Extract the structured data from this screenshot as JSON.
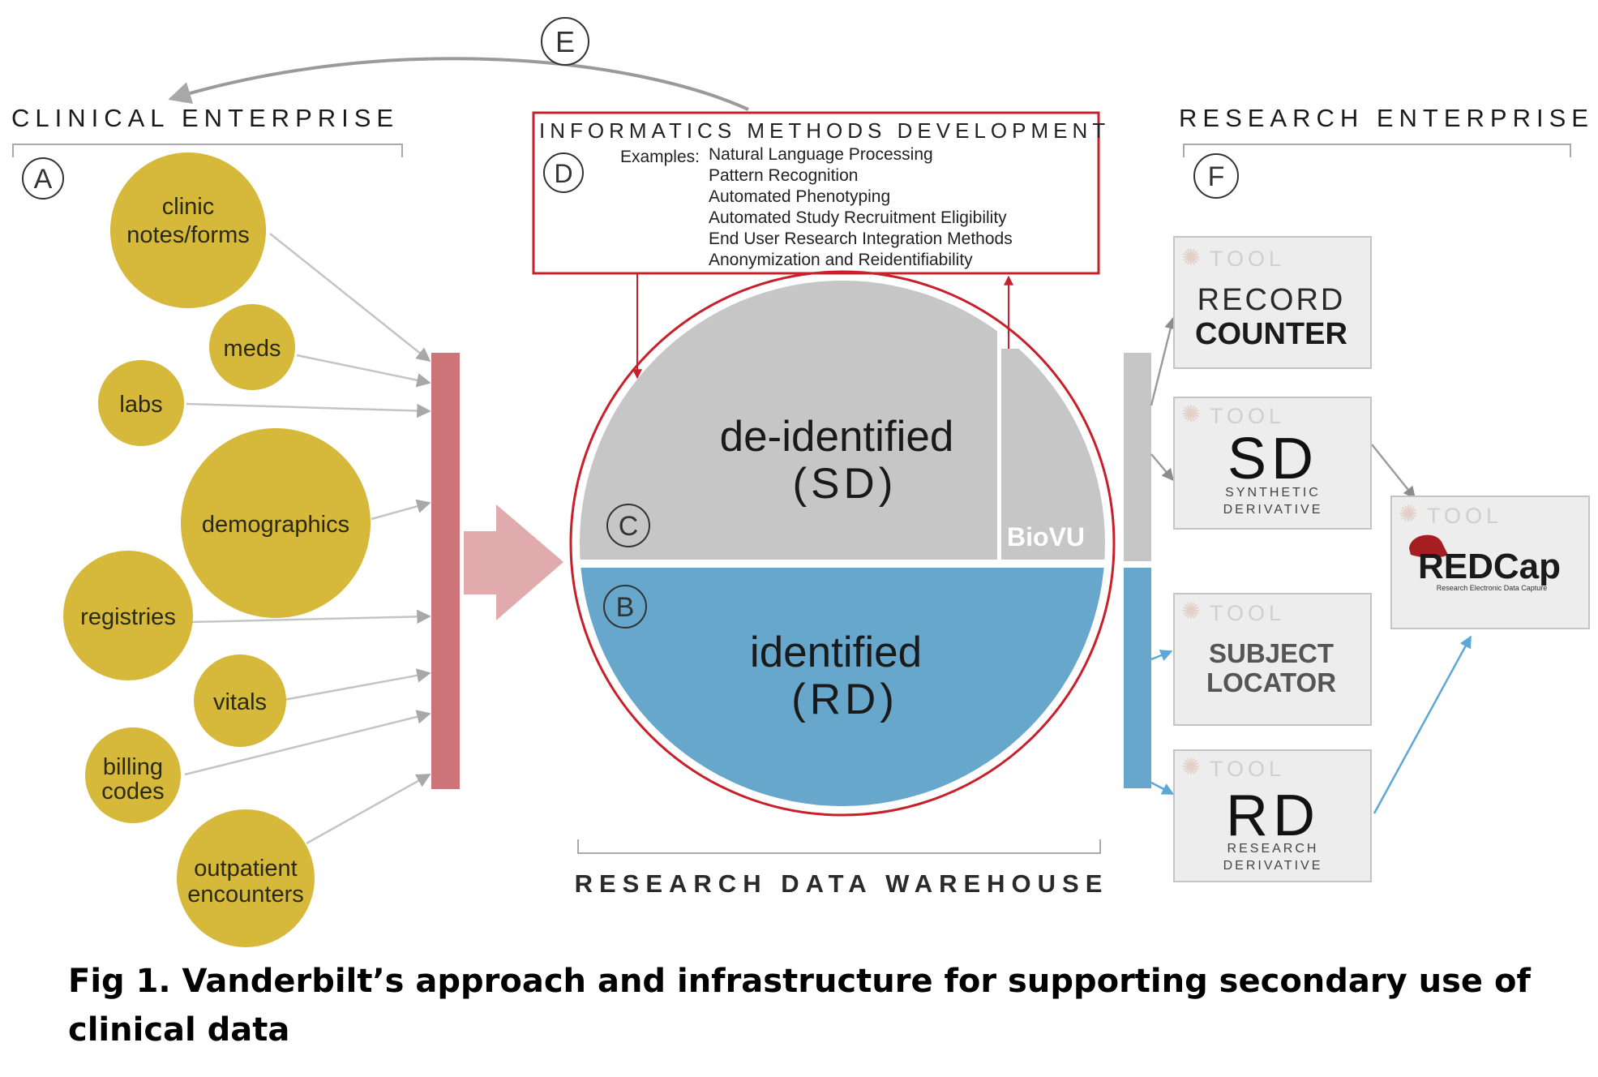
{
  "clinical": {
    "title": "CLINICAL ENTERPRISE",
    "marker": "A",
    "sources": [
      "clinic",
      "notes/forms",
      "meds",
      "labs",
      "demographics",
      "registries",
      "vitals",
      "billing",
      "codes",
      "outpatient",
      "encounters"
    ],
    "source_color": "#d6b83a"
  },
  "feedback_marker": "E",
  "informatics": {
    "title": "INFORMATICS METHODS DEVELOPMENT",
    "marker": "D",
    "examples_label": "Examples:",
    "examples": [
      "Natural Language Processing",
      "Pattern Recognition",
      "Automated Phenotyping",
      "Automated Study Recruitment Eligibility",
      "End User Research Integration Methods",
      "Anonymization and Reidentifiability"
    ],
    "border_color": "#c8202a"
  },
  "warehouse": {
    "title": "RESEARCH DATA WAREHOUSE",
    "deidentified_line1": "de-identified",
    "deidentified_line2": "(SD)",
    "identified_line1": "identified",
    "identified_line2": "(RD)",
    "biovu": "BioVU",
    "marker_c": "C",
    "marker_b": "B",
    "deidentified_color": "#c6c6c6",
    "identified_color": "#66a7cb",
    "ring_color": "#c8202a"
  },
  "research": {
    "title": "RESEARCH ENTERPRISE",
    "marker": "F",
    "tool_label": "TOOL",
    "record_counter": [
      "RECORD",
      "COUNTER"
    ],
    "sd": {
      "big": "SD",
      "sub1": "SYNTHETIC",
      "sub2": "DERIVATIVE"
    },
    "subject_locator": [
      "SUBJECT",
      "LOCATOR"
    ],
    "rd": {
      "big": "RD",
      "sub1": "RESEARCH",
      "sub2": "DERIVATIVE"
    },
    "redcap": {
      "name": "REDCap",
      "tagline": "Research Electronic Data Capture"
    }
  },
  "caption": "Fig 1. Vanderbilt’s approach and infrastructure for supporting secondary use of clinical data"
}
